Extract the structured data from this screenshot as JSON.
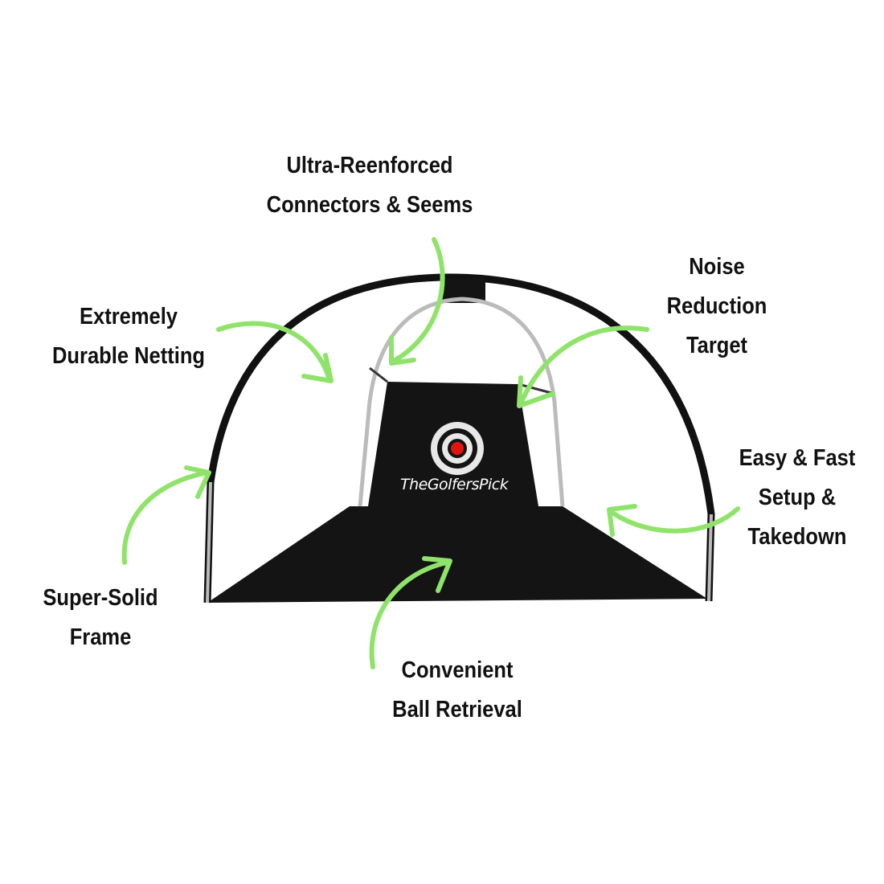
{
  "product": {
    "brand_logo": "TheGolfersPick"
  },
  "features": [
    {
      "line1": "Ultra-Reenforced",
      "line2": "Connectors & Seems"
    },
    {
      "line1": "Extremely",
      "line2": "Durable Netting"
    },
    {
      "line1": "Noise",
      "line2": "Reduction",
      "line3": "Target"
    },
    {
      "line1": "Easy & Fast",
      "line2": "Setup &",
      "line3": "Takedown"
    },
    {
      "line1": "Super-Solid",
      "line2": "Frame"
    },
    {
      "line1": "Convenient",
      "line2": "Ball Retrieval"
    }
  ],
  "colors": {
    "arrow": "#8fe36a",
    "net_black": "#141414",
    "target_red": "#e3140f"
  }
}
